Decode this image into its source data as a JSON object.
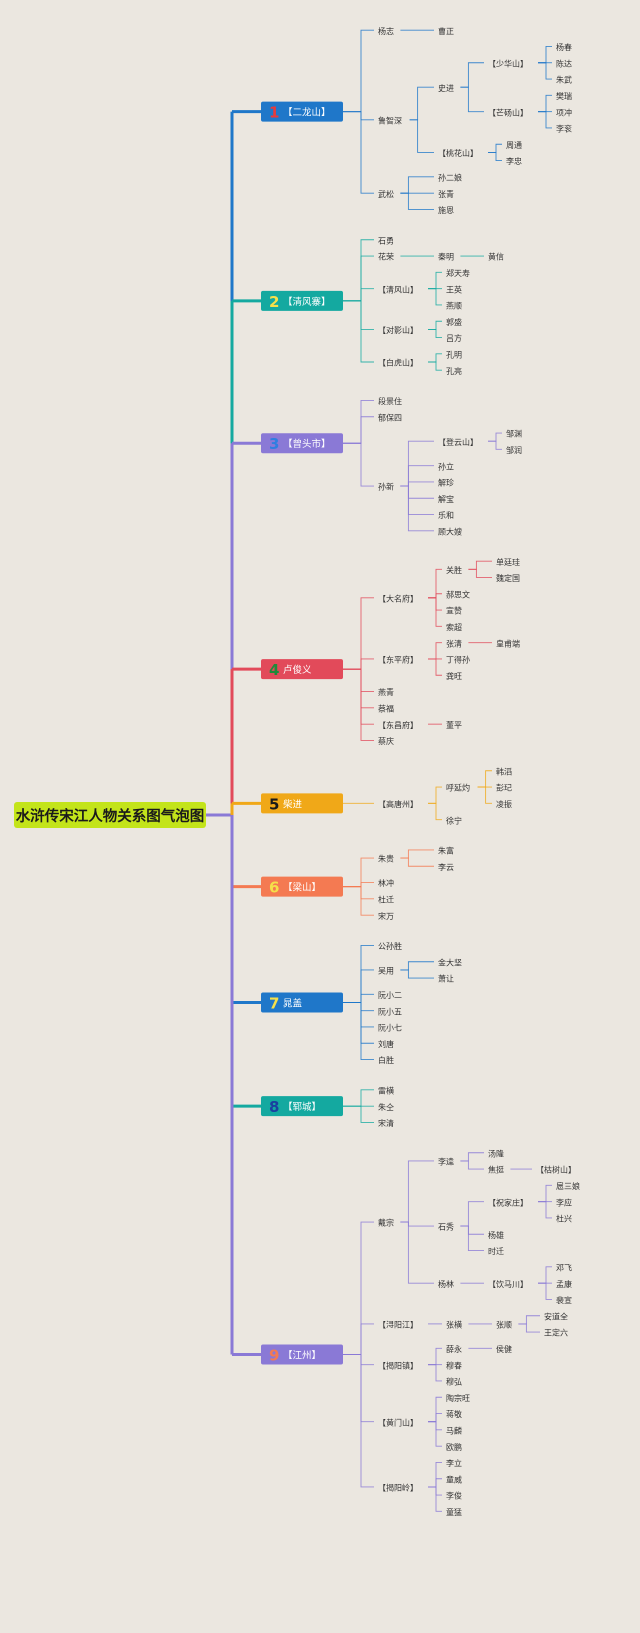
{
  "title": "水浒传宋江人物关系图气泡图",
  "colors": {
    "background": "#ebe7e0",
    "root": "#c3e41a",
    "text": "#333333"
  },
  "branches": [
    {
      "num": "1",
      "label": "【二龙山】",
      "color": "#1f77c9",
      "numColor": "#e83a3a",
      "children": [
        {
          "label": "杨志",
          "children": [
            {
              "label": "曹正"
            }
          ]
        },
        {
          "label": "鲁智深",
          "children": [
            {
              "label": "史进",
              "children": [
                {
                  "label": "【少华山】",
                  "children": [
                    {
                      "label": "杨春"
                    },
                    {
                      "label": "陈达"
                    },
                    {
                      "label": "朱武"
                    }
                  ]
                },
                {
                  "label": "【芒砀山】",
                  "children": [
                    {
                      "label": "樊瑞"
                    },
                    {
                      "label": "项冲"
                    },
                    {
                      "label": "李衮"
                    }
                  ]
                }
              ]
            },
            {
              "label": "【桃花山】",
              "children": [
                {
                  "label": "周通"
                },
                {
                  "label": "李忠"
                }
              ]
            }
          ]
        },
        {
          "label": "武松",
          "children": [
            {
              "label": "孙二娘"
            },
            {
              "label": "张青"
            },
            {
              "label": "施恩"
            }
          ]
        }
      ]
    },
    {
      "num": "2",
      "label": "【清风寨】",
      "color": "#14a9a0",
      "numColor": "#f5e04a",
      "children": [
        {
          "label": "石勇"
        },
        {
          "label": "花荣",
          "children": [
            {
              "label": "秦明",
              "children": [
                {
                  "label": "黄信"
                }
              ]
            }
          ]
        },
        {
          "label": "【清风山】",
          "children": [
            {
              "label": "郑天寿"
            },
            {
              "label": "王英"
            },
            {
              "label": "燕顺"
            }
          ]
        },
        {
          "label": "【对影山】",
          "children": [
            {
              "label": "郭盛"
            },
            {
              "label": "吕方"
            }
          ]
        },
        {
          "label": "【白虎山】",
          "children": [
            {
              "label": "孔明"
            },
            {
              "label": "孔亮"
            }
          ]
        }
      ]
    },
    {
      "num": "3",
      "label": "【曾头市】",
      "color": "#8a79d6",
      "numColor": "#2f7fe0",
      "children": [
        {
          "label": "段景住"
        },
        {
          "label": "郁保四"
        },
        {
          "label": "孙新",
          "children": [
            {
              "label": "【登云山】",
              "children": [
                {
                  "label": "邹渊"
                },
                {
                  "label": "邹润"
                }
              ]
            },
            {
              "label": "孙立"
            },
            {
              "label": "解珍"
            },
            {
              "label": "解宝"
            },
            {
              "label": "乐和"
            },
            {
              "label": "顾大嫂"
            }
          ]
        }
      ]
    },
    {
      "num": "4",
      "label": "卢俊义",
      "color": "#e24a5a",
      "numColor": "#1f8a3a",
      "children": [
        {
          "label": "【大名府】",
          "children": [
            {
              "label": "关胜",
              "children": [
                {
                  "label": "单廷珪"
                },
                {
                  "label": "魏定国"
                }
              ]
            },
            {
              "label": "郝思文"
            },
            {
              "label": "宣赞"
            },
            {
              "label": "索超"
            }
          ]
        },
        {
          "label": "【东平府】",
          "children": [
            {
              "label": "张清",
              "children": [
                {
                  "label": "皇甫端"
                }
              ]
            },
            {
              "label": "丁得孙"
            },
            {
              "label": "龚旺"
            }
          ]
        },
        {
          "label": "燕青"
        },
        {
          "label": "蔡福"
        },
        {
          "label": "【东昌府】",
          "children": [
            {
              "label": "董平"
            }
          ]
        },
        {
          "label": "蔡庆"
        }
      ]
    },
    {
      "num": "5",
      "label": "柴进",
      "color": "#f0a818",
      "numColor": "#1a1a1a",
      "children": [
        {
          "label": "【高唐州】",
          "children": [
            {
              "label": "呼延灼",
              "children": [
                {
                  "label": "韩滔"
                },
                {
                  "label": "彭玘"
                },
                {
                  "label": "凌振"
                }
              ]
            },
            {
              "label": "徐宁"
            }
          ]
        }
      ]
    },
    {
      "num": "6",
      "label": "【梁山】",
      "color": "#f47a52",
      "numColor": "#f5e04a",
      "children": [
        {
          "label": "朱贵",
          "children": [
            {
              "label": "朱富"
            },
            {
              "label": "李云"
            }
          ]
        },
        {
          "label": "林冲"
        },
        {
          "label": "杜迁"
        },
        {
          "label": "宋万"
        }
      ]
    },
    {
      "num": "7",
      "label": "晁盖",
      "color": "#1f77c9",
      "numColor": "#f5e04a",
      "children": [
        {
          "label": "公孙胜"
        },
        {
          "label": "吴用",
          "children": [
            {
              "label": "金大坚"
            },
            {
              "label": "萧让"
            }
          ]
        },
        {
          "label": "阮小二"
        },
        {
          "label": "阮小五"
        },
        {
          "label": "阮小七"
        },
        {
          "label": "刘唐"
        },
        {
          "label": "白胜"
        }
      ]
    },
    {
      "num": "8",
      "label": "【郓城】",
      "color": "#14a9a0",
      "numColor": "#1a3fa0",
      "children": [
        {
          "label": "雷横"
        },
        {
          "label": "朱仝"
        },
        {
          "label": "宋清"
        }
      ]
    },
    {
      "num": "9",
      "label": "【江州】",
      "color": "#8a79d6",
      "numColor": "#f47a52",
      "children": [
        {
          "label": "戴宗",
          "children": [
            {
              "label": "李逵",
              "children": [
                {
                  "label": "汤隆"
                },
                {
                  "label": "焦挺",
                  "children": [
                    {
                      "label": "【枯树山】"
                    }
                  ]
                }
              ]
            },
            {
              "label": "石秀",
              "children": [
                {
                  "label": "【祝家庄】",
                  "children": [
                    {
                      "label": "扈三娘"
                    },
                    {
                      "label": "李应"
                    },
                    {
                      "label": "杜兴"
                    }
                  ]
                },
                {
                  "label": "杨雄"
                },
                {
                  "label": "时迁"
                }
              ]
            },
            {
              "label": "杨林",
              "children": [
                {
                  "label": "【饮马川】",
                  "children": [
                    {
                      "label": "邓飞"
                    },
                    {
                      "label": "孟康"
                    },
                    {
                      "label": "裴宣"
                    }
                  ]
                }
              ]
            }
          ]
        },
        {
          "label": "【浔阳江】",
          "children": [
            {
              "label": "张横",
              "children": [
                {
                  "label": "张顺",
                  "children": [
                    {
                      "label": "安道全"
                    },
                    {
                      "label": "王定六"
                    }
                  ]
                }
              ]
            }
          ]
        },
        {
          "label": "【揭阳镇】",
          "children": [
            {
              "label": "薛永",
              "children": [
                {
                  "label": "侯健"
                }
              ]
            },
            {
              "label": "穆春"
            },
            {
              "label": "穆弘"
            }
          ]
        },
        {
          "label": "【黄门山】",
          "children": [
            {
              "label": "陶宗旺"
            },
            {
              "label": "蒋敬"
            },
            {
              "label": "马麟"
            },
            {
              "label": "欧鹏"
            }
          ]
        },
        {
          "label": "【揭阳岭】",
          "children": [
            {
              "label": "李立"
            },
            {
              "label": "童威"
            },
            {
              "label": "李俊"
            },
            {
              "label": "童猛"
            }
          ]
        }
      ]
    }
  ]
}
